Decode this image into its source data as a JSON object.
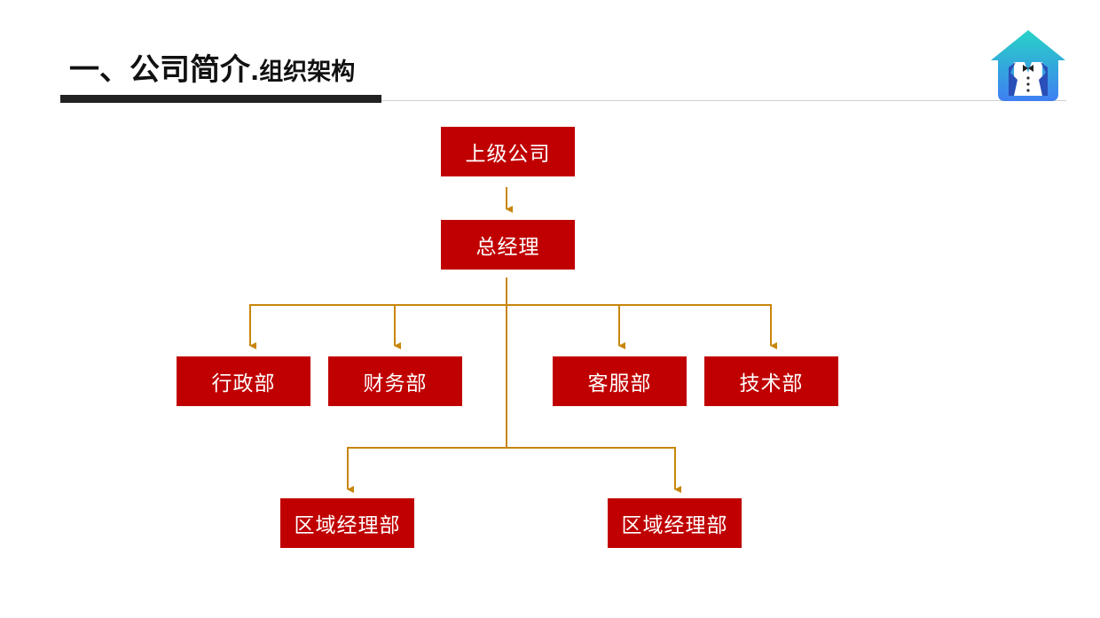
{
  "header": {
    "title_main": "一、公司简介",
    "title_sub": ".组织架构"
  },
  "logo": {
    "icon": "house-butler-logo-icon"
  },
  "org": {
    "parent_company": "上级公司",
    "general_manager": "总经理",
    "departments": [
      "行政部",
      "财务部",
      "客服部",
      "技术部"
    ],
    "regional": [
      "区域经理部",
      "区域经理部"
    ]
  },
  "colors": {
    "node_fill": "#c00000",
    "node_text": "#ffffff",
    "connector": "#c8860a",
    "title_bar": "#222222"
  }
}
